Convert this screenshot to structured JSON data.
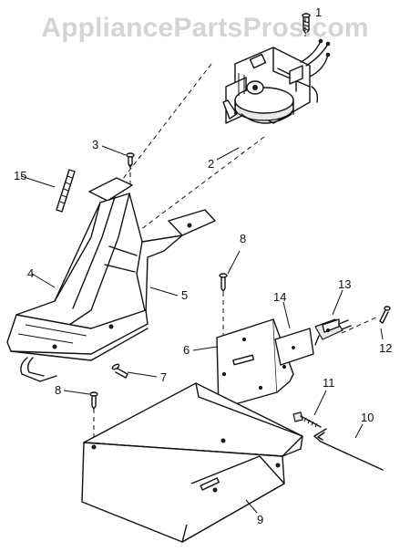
{
  "watermark": "AppliancePartsPros.com",
  "callouts": [
    "1",
    "2",
    "3",
    "4",
    "5",
    "6",
    "7",
    "8",
    "9",
    "10",
    "11",
    "12",
    "13",
    "14",
    "15"
  ],
  "callouts_extra": [
    "8"
  ]
}
